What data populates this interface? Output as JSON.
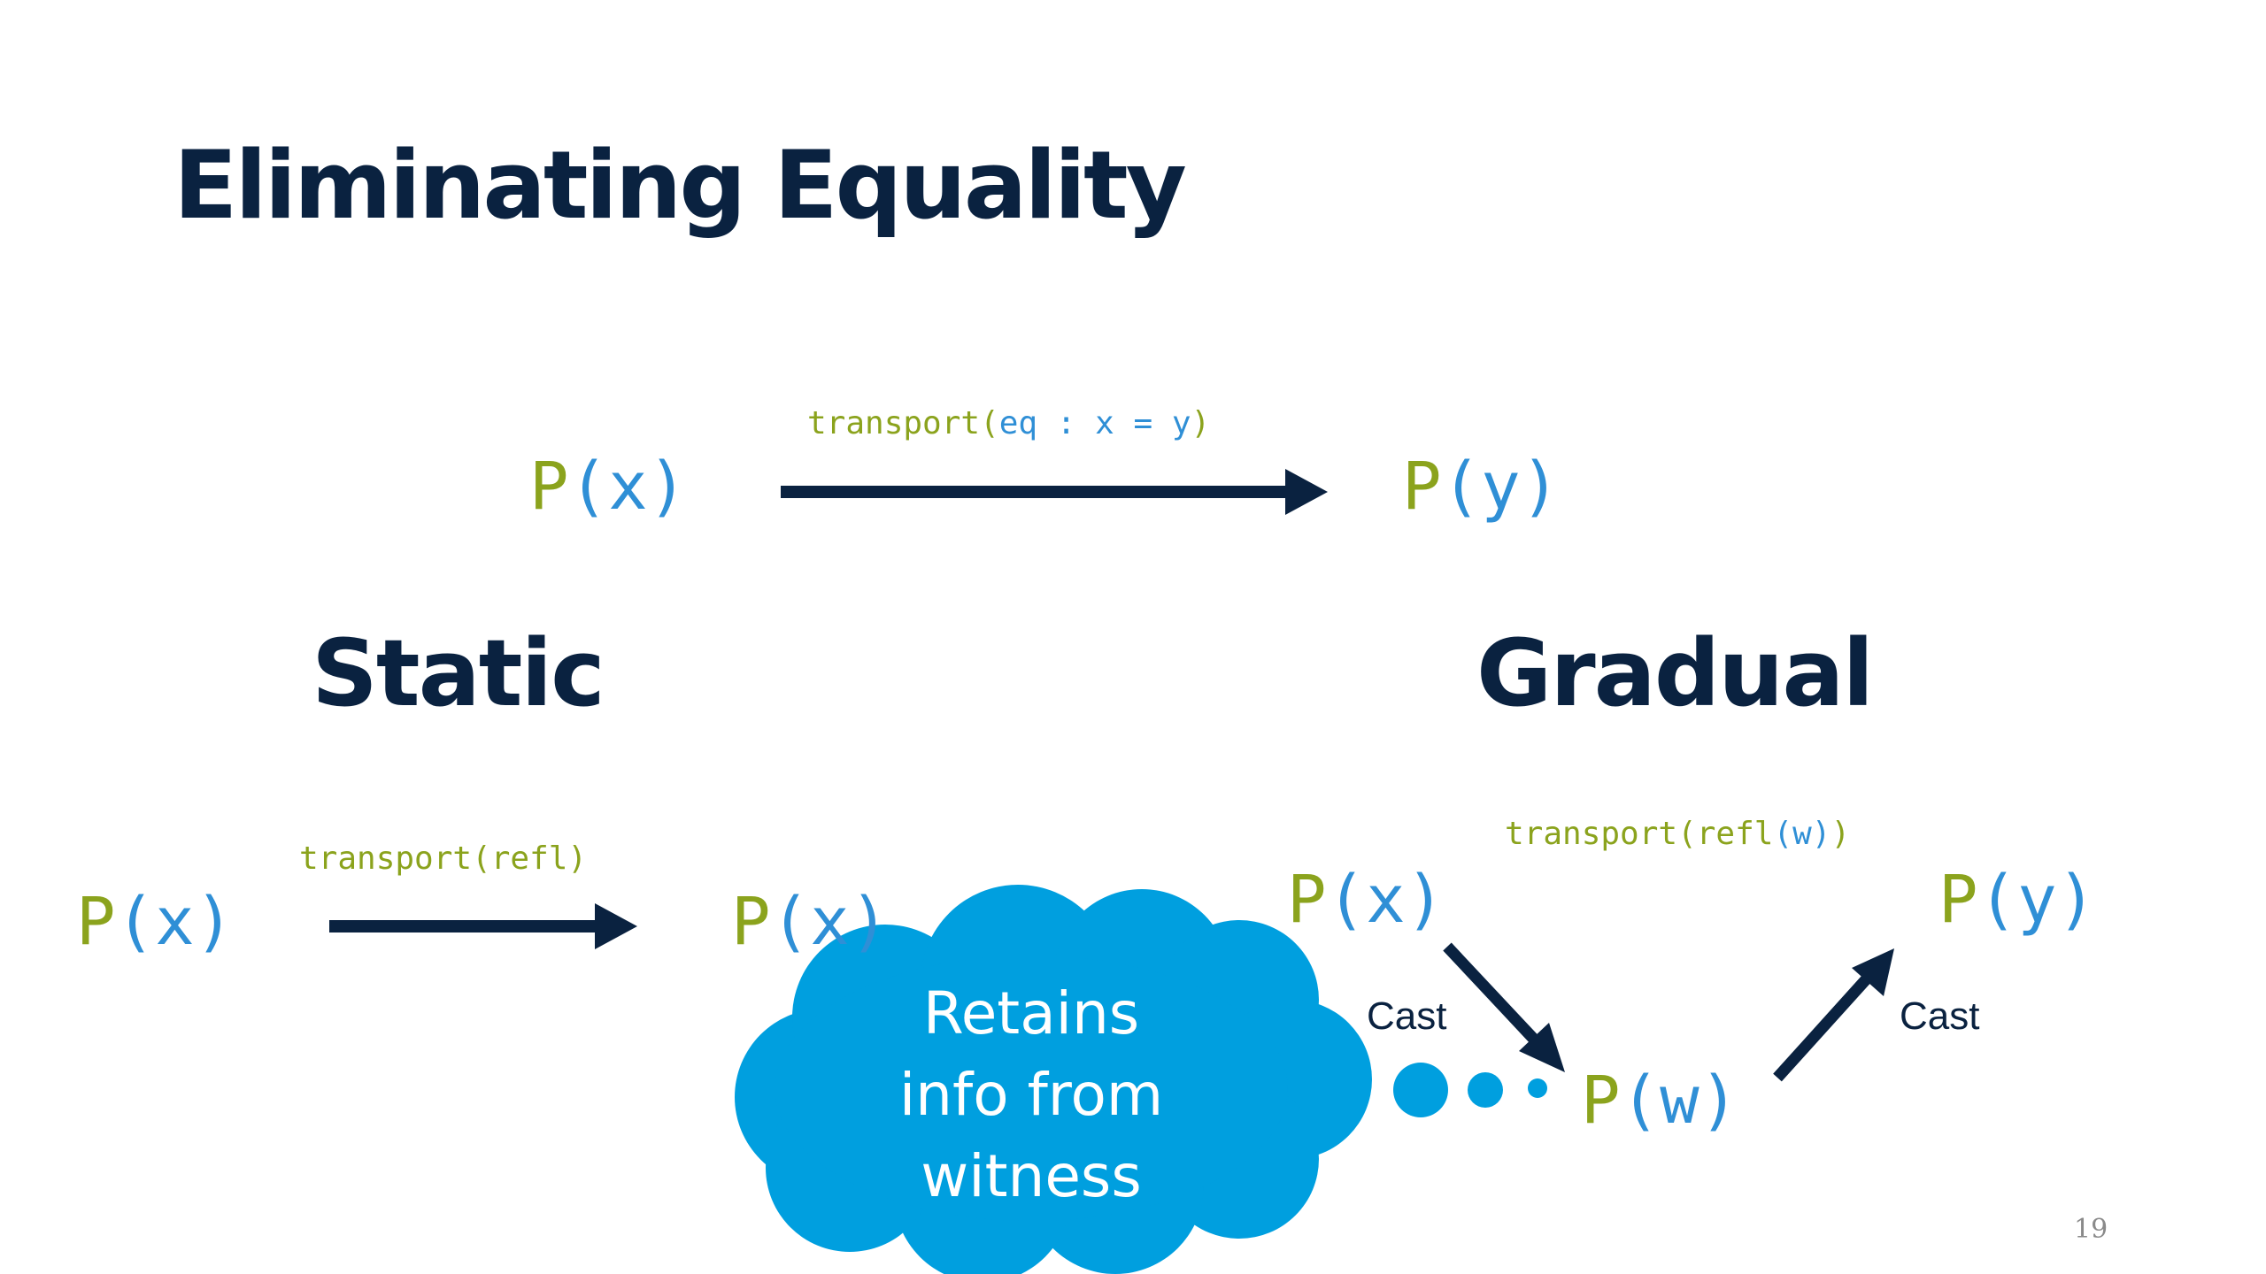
{
  "slide": {
    "title": "Eliminating Equality",
    "page_number": "19",
    "colors": {
      "navy": "#0a2240",
      "green": "#8ba31d",
      "blue": "#2f8fd6",
      "cloud": "#009fdf"
    }
  },
  "top": {
    "label": {
      "fn": "transport(",
      "eq": "eq : x = y",
      "close": ")"
    },
    "left": {
      "p": "P",
      "open": "(",
      "var": "x",
      "close": ")"
    },
    "right": {
      "p": "P",
      "open": "(",
      "var": "y",
      "close": ")"
    }
  },
  "static": {
    "heading": "Static",
    "label": "transport(refl)",
    "left": {
      "p": "P",
      "open": "(",
      "var": "x",
      "close": ")"
    },
    "right": {
      "p": "P",
      "open": "(",
      "var": "x",
      "close": ")"
    }
  },
  "gradual": {
    "heading": "Gradual",
    "label": {
      "fn": "transport(refl",
      "arg": "(w)",
      "close": ")"
    },
    "left": {
      "p": "P",
      "open": "(",
      "var": "x",
      "close": ")"
    },
    "middle": {
      "p": "P",
      "open": "(",
      "var": "w",
      "close": ")"
    },
    "right": {
      "p": "P",
      "open": "(",
      "var": "y",
      "close": ")"
    },
    "cast_left": "Cast",
    "cast_right": "Cast"
  },
  "cloud": {
    "lines": [
      "Retains",
      "info from",
      "witness"
    ]
  }
}
